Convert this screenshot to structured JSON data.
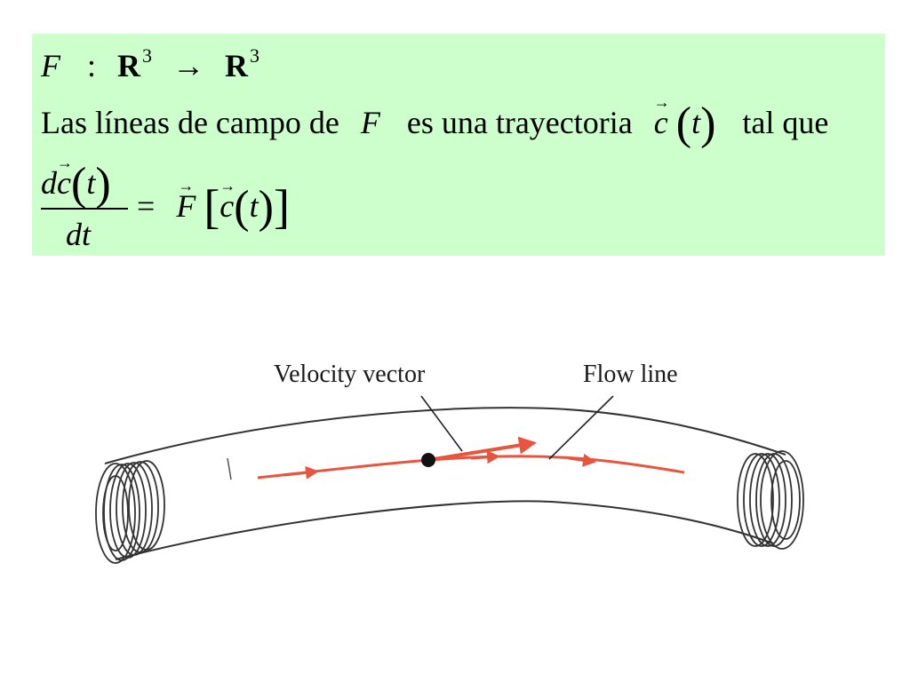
{
  "formula": {
    "line1": {
      "F": "F",
      "colon": ":",
      "R": "R",
      "exp": "3",
      "arrow": "→",
      "R2": "R",
      "exp2": "3"
    },
    "line2": {
      "text_before": "Las líneas de campo de",
      "F": "F",
      "text_middle": "es una trayectoria",
      "c": "c",
      "t": "t",
      "text_after": "tal que"
    },
    "equation": {
      "d": "d",
      "c": "c",
      "t": "t",
      "dt": "dt",
      "equals": "=",
      "F": "F",
      "c_rhs": "c",
      "t_rhs": "t"
    }
  },
  "diagram": {
    "label_velocity": "Velocity vector",
    "label_flow": "Flow line",
    "colors": {
      "flow_line": "#e8553e",
      "tube_outline": "#333333",
      "point": "#111111"
    }
  }
}
